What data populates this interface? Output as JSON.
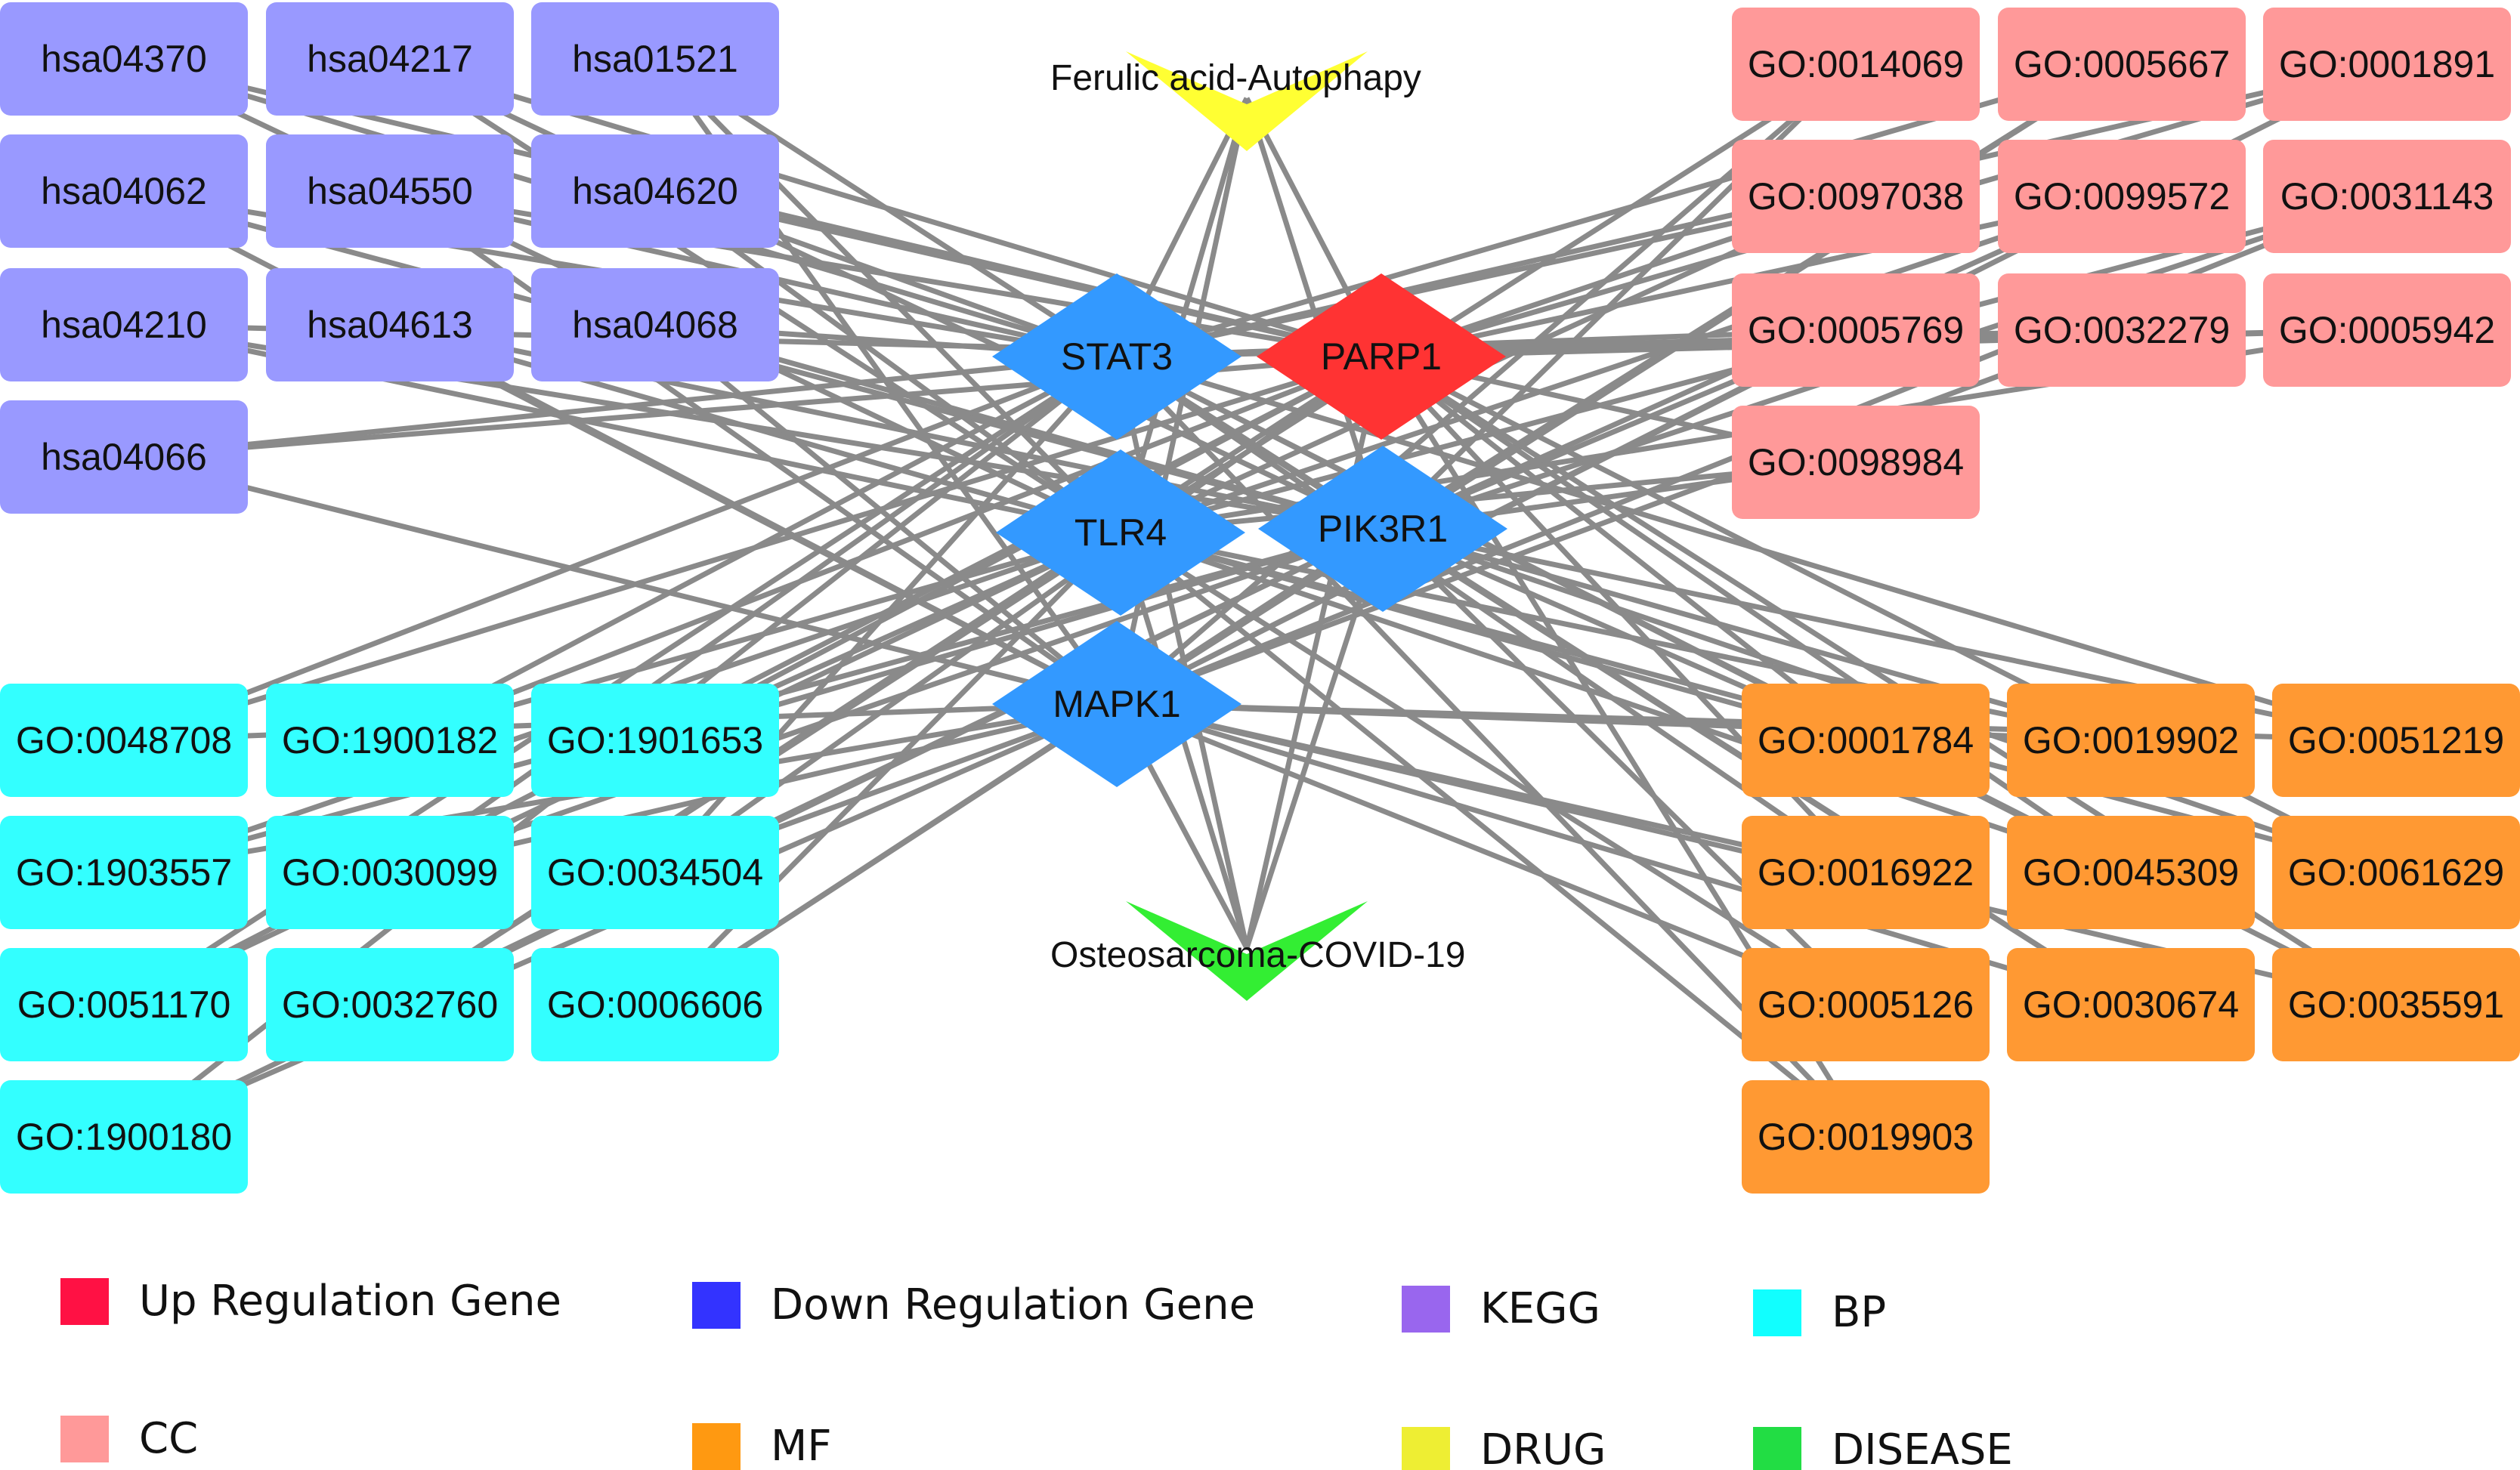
{
  "colors": {
    "kegg": "#9999ff",
    "bp": "#33ffff",
    "cc": "#ff9999",
    "mf": "#ff9933",
    "up": "#ff3333",
    "down": "#3399ff",
    "drug": "#ffff33",
    "disease": "#33ee33",
    "edge": "#8a8a8a"
  },
  "drug_node": {
    "label": "Ferulic acid-Autophapy"
  },
  "disease_node": {
    "label": "Osteosarcoma-COVID-19"
  },
  "genes": [
    {
      "id": "STAT3",
      "label": "STAT3",
      "regulation": "down"
    },
    {
      "id": "PARP1",
      "label": "PARP1",
      "regulation": "up"
    },
    {
      "id": "TLR4",
      "label": "TLR4",
      "regulation": "down"
    },
    {
      "id": "PIK3R1",
      "label": "PIK3R1",
      "regulation": "down"
    },
    {
      "id": "MAPK1",
      "label": "MAPK1",
      "regulation": "down"
    }
  ],
  "kegg_terms": [
    "hsa04370",
    "hsa04217",
    "hsa01521",
    "hsa04062",
    "hsa04550",
    "hsa04620",
    "hsa04210",
    "hsa04613",
    "hsa04068",
    "hsa04066"
  ],
  "cc_terms": [
    "GO:0014069",
    "GO:0005667",
    "GO:0001891",
    "GO:0097038",
    "GO:0099572",
    "GO:0031143",
    "GO:0005769",
    "GO:0032279",
    "GO:0005942",
    "GO:0098984"
  ],
  "bp_terms": [
    "GO:0048708",
    "GO:1900182",
    "GO:1901653",
    "GO:1903557",
    "GO:0030099",
    "GO:0034504",
    "GO:0051170",
    "GO:0032760",
    "GO:0006606",
    "GO:1900180"
  ],
  "mf_terms": [
    "GO:0001784",
    "GO:0019902",
    "GO:0051219",
    "GO:0016922",
    "GO:0045309",
    "GO:0061629",
    "GO:0005126",
    "GO:0030674",
    "GO:0035591",
    "GO:0019903"
  ],
  "legend": [
    {
      "key": "up",
      "label": "Up Regulation Gene"
    },
    {
      "key": "down",
      "label": "Down Regulation Gene"
    },
    {
      "key": "kegg",
      "label": "KEGG"
    },
    {
      "key": "bp",
      "label": "BP"
    },
    {
      "key": "cc",
      "label": "CC"
    },
    {
      "key": "mf",
      "label": "MF"
    },
    {
      "key": "drug",
      "label": "DRUG"
    },
    {
      "key": "disease",
      "label": "DISEASE"
    }
  ]
}
